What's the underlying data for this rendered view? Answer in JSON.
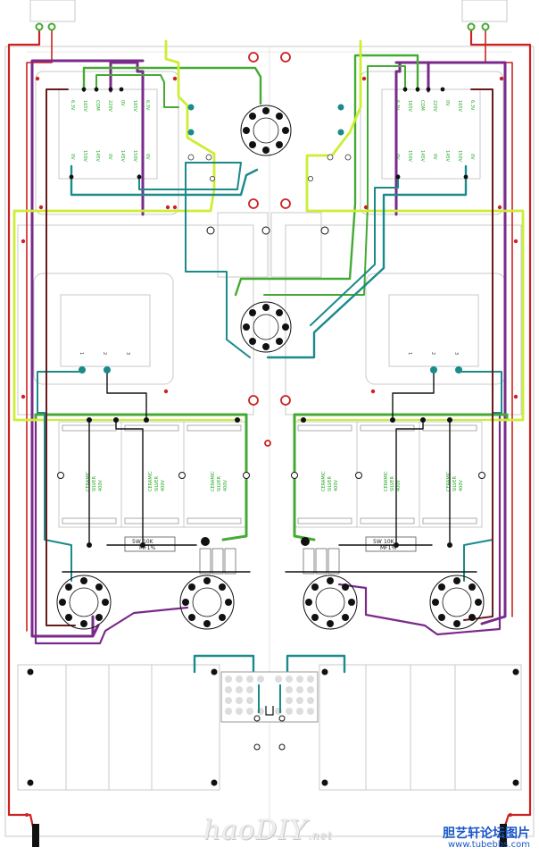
{
  "colors": {
    "red": "#cc2222",
    "green": "#44aa33",
    "lime": "#ccee33",
    "teal": "#1a8a8a",
    "purple": "#7a2a8a",
    "black": "#111111",
    "dark_red": "#6a1a1a",
    "panel_line": "#c8c8c8"
  },
  "transformer_left": {
    "labels_top": [
      "6.3V",
      "165V",
      "COM",
      "220V",
      "0V",
      "165V",
      "6.3V"
    ],
    "labels_bottom": [
      "0V",
      "150V",
      "145V",
      "0V",
      "145V",
      "150V",
      "0V"
    ]
  },
  "transformer_right": {
    "labels_top": [
      "6.3V",
      "165V",
      "COM",
      "220V",
      "0V",
      "165V",
      "6.3V"
    ],
    "labels_bottom": [
      "0V",
      "150V",
      "145V",
      "0V",
      "145V",
      "150V",
      "0V"
    ]
  },
  "output_left": {
    "pins": [
      "1",
      "2",
      "3"
    ]
  },
  "output_right": {
    "pins": [
      "1",
      "2",
      "3"
    ]
  },
  "resistor_left": {
    "value": "10K",
    "tol": "MF1%",
    "power": "5W"
  },
  "resistor_right": {
    "value": "10K",
    "tol": "MF1%",
    "power": "5W"
  },
  "watermark": {
    "brand": "haoDIY",
    "brand_suffix": ".net",
    "site_cn": "胆艺轩论坛图片",
    "url": "www.tubebbs.com"
  }
}
